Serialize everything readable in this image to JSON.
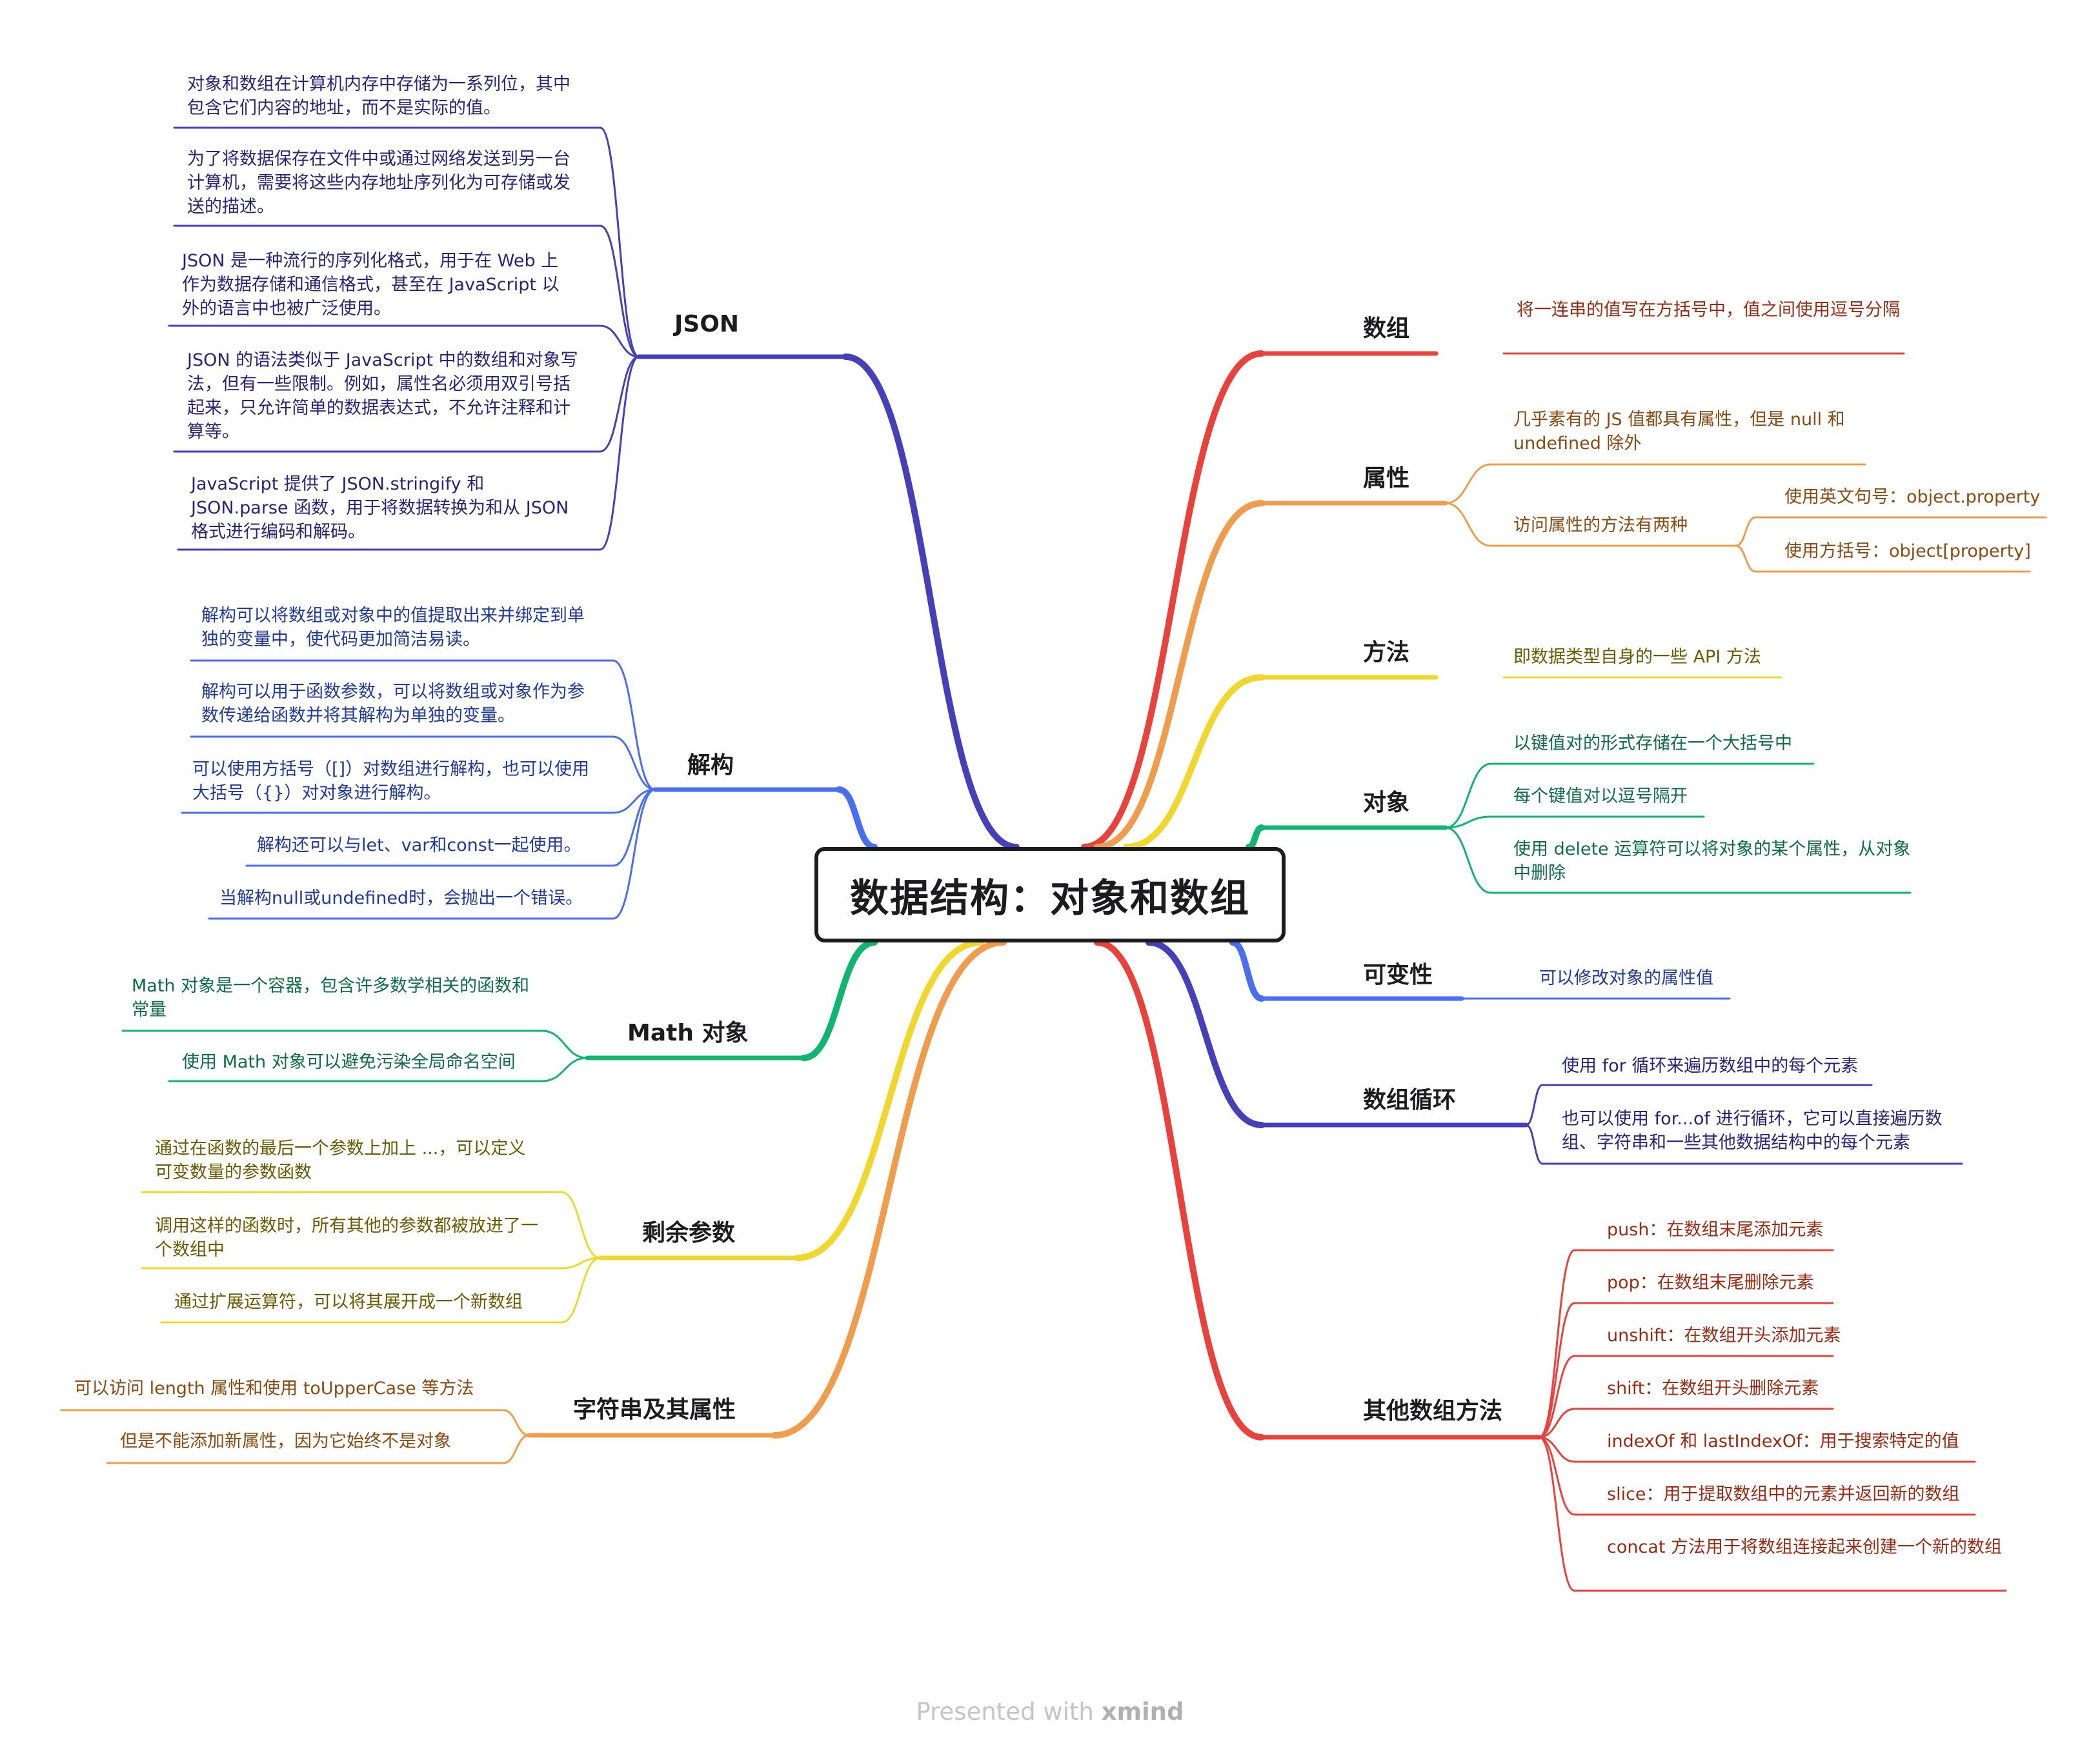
{
  "title": "数据结构：对象和数组",
  "footer": {
    "prefix": "Presented with ",
    "brand": "xmind"
  },
  "colors": {
    "red": "#e8423d",
    "orange": "#ef9d4d",
    "yellow": "#f0d72d",
    "green": "#10b56f",
    "blue": "#4a6ef0",
    "indigo": "#4540b8",
    "text_red": "#9c2a10",
    "text_orange": "#8a4a10",
    "text_yellow": "#6b5a00",
    "text_green": "#0d6e45",
    "text_blue": "#1f3a9e",
    "text_indigo": "#28237a"
  },
  "branches": {
    "json": {
      "label": "JSON",
      "leaves": [
        "对象和数组在计算机内存中存储为一系列位，其中包含它们内容的地址，而不是实际的值。",
        "为了将数据保存在文件中或通过网络发送到另一台计算机，需要将这些内存地址序列化为可存储或发送的描述。",
        "JSON 是一种流行的序列化格式，用于在 Web 上作为数据存储和通信格式，甚至在 JavaScript 以外的语言中也被广泛使用。",
        "JSON 的语法类似于 JavaScript 中的数组和对象写法，但有一些限制。例如，属性名必须用双引号括起来，只允许简单的数据表达式，不允许注释和计算等。",
        "JavaScript 提供了 JSON.stringify 和 JSON.parse 函数，用于将数据转换为和从 JSON 格式进行编码和解码。"
      ]
    },
    "destructuring": {
      "label": "解构",
      "leaves": [
        "解构可以将数组或对象中的值提取出来并绑定到单独的变量中，使代码更加简洁易读。",
        "解构可以用于函数参数，可以将数组或对象作为参数传递给函数并将其解构为单独的变量。",
        "可以使用方括号（[]）对数组进行解构，也可以使用大括号（{}）对对象进行解构。",
        "解构还可以与let、var和const一起使用。",
        "当解构null或undefined时，会抛出一个错误。"
      ]
    },
    "math": {
      "label": "Math 对象",
      "leaves": [
        "Math 对象是一个容器，包含许多数学相关的函数和常量",
        "使用 Math 对象可以避免污染全局命名空间"
      ]
    },
    "rest": {
      "label": "剩余参数",
      "leaves": [
        "通过在函数的最后一个参数上加上 ...，可以定义可变数量的参数函数",
        "调用这样的函数时，所有其他的参数都被放进了一个数组中",
        "通过扩展运算符，可以将其展开成一个新数组"
      ]
    },
    "strings": {
      "label": "字符串及其属性",
      "leaves": [
        "可以访问 length 属性和使用 toUpperCase 等方法",
        "但是不能添加新属性，因为它始终不是对象"
      ]
    },
    "arrays": {
      "label": "数组",
      "leaves": [
        "将一连串的值写在方括号中，值之间使用逗号分隔"
      ]
    },
    "properties": {
      "label": "属性",
      "leaves": [
        "几乎素有的 JS 值都具有属性，但是 null 和 undefined 除外",
        "访问属性的方法有两种"
      ],
      "sub_leaves": [
        "使用英文句号：object.property",
        "使用方括号：object[property]"
      ]
    },
    "methods": {
      "label": "方法",
      "leaves": [
        "即数据类型自身的一些 API 方法"
      ]
    },
    "objects": {
      "label": "对象",
      "leaves": [
        "以键值对的形式存储在一个大括号中",
        "每个键值对以逗号隔开",
        "使用 delete 运算符可以将对象的某个属性，从对象中删除"
      ]
    },
    "mutability": {
      "label": "可变性",
      "leaves": [
        "可以修改对象的属性值"
      ]
    },
    "loops": {
      "label": "数组循环",
      "leaves": [
        "使用 for 循环来遍历数组中的每个元素",
        "也可以使用 for...of 进行循环，它可以直接遍历数组、字符串和一些其他数据结构中的每个元素"
      ]
    },
    "other_methods": {
      "label": "其他数组方法",
      "leaves": [
        "push：在数组末尾添加元素",
        "pop：在数组末尾删除元素",
        "unshift：在数组开头添加元素",
        "shift：在数组开头删除元素",
        "indexOf 和 lastIndexOf：用于搜索特定的值",
        "slice：用于提取数组中的元素并返回新的数组",
        "concat 方法用于将数组连接起来创建一个新的数组"
      ]
    }
  }
}
